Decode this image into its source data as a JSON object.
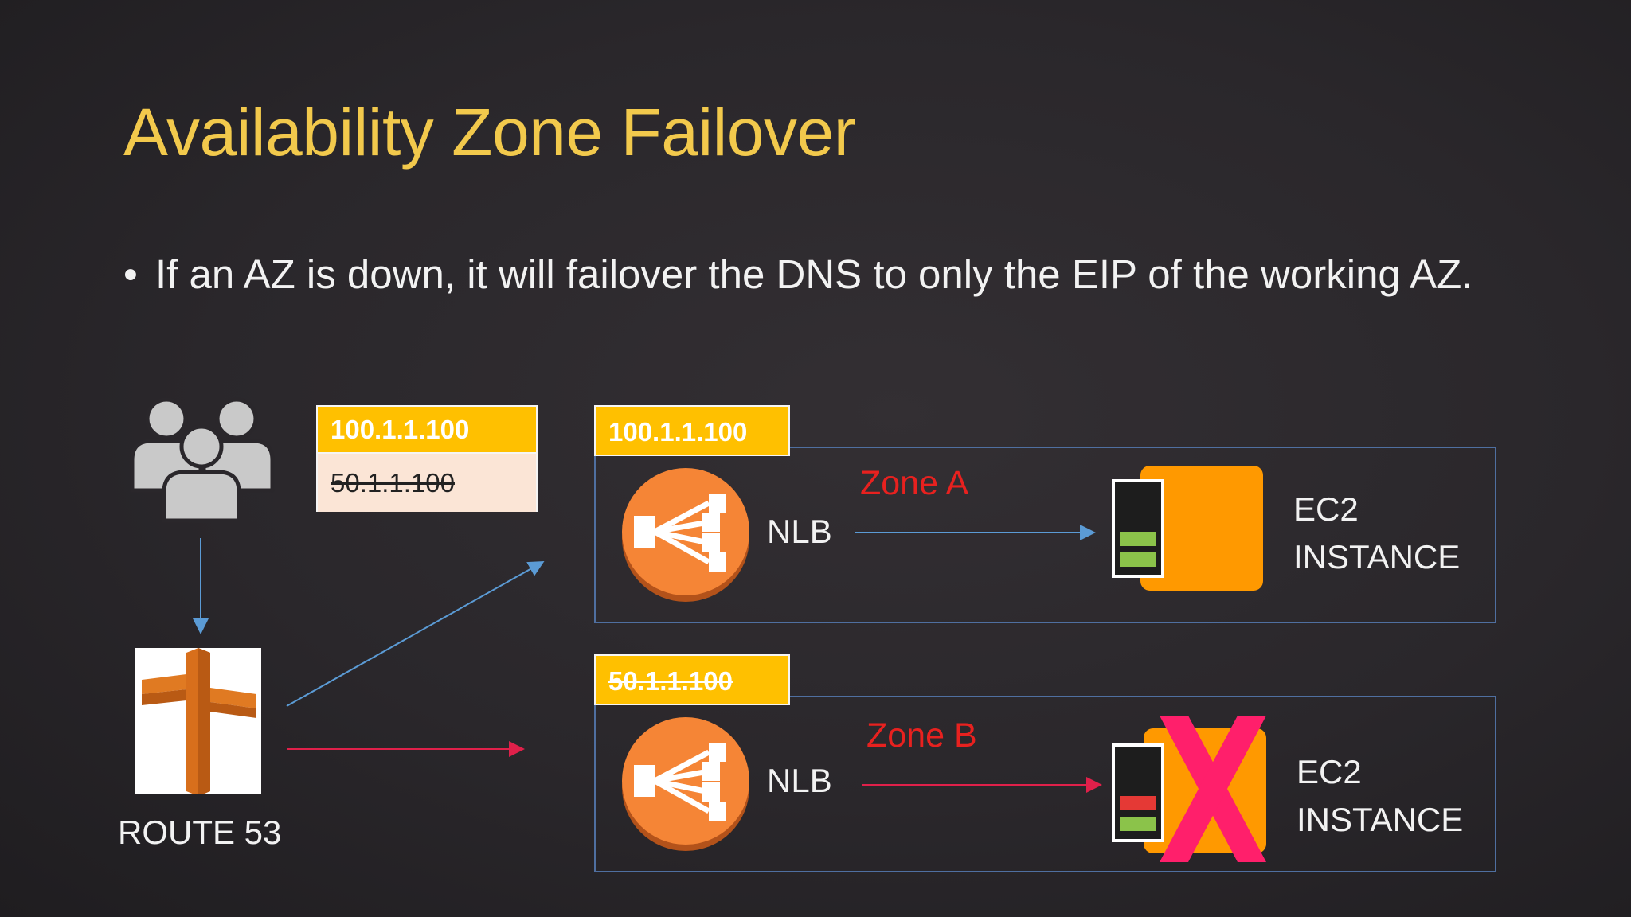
{
  "title": "Availability Zone Failover",
  "bullet": {
    "symbol": "•",
    "text": "If an AZ is down, it will failover the DNS to only the EIP of the working AZ."
  },
  "dns_record": {
    "ip_active": "100.1.1.100",
    "ip_removed": "50.1.1.100"
  },
  "route53": {
    "label": "ROUTE 53",
    "icon": "route53-icon"
  },
  "users": {
    "icon": "users-icon"
  },
  "zone_a": {
    "eip": "100.1.1.100",
    "zone_label": "Zone A",
    "nlb_label": "NLB",
    "ec2_label_line1": "EC2",
    "ec2_label_line2": "INSTANCE",
    "health": "healthy"
  },
  "zone_b": {
    "eip": "50.1.1.100",
    "zone_label": "Zone B",
    "nlb_label": "NLB",
    "ec2_label_line1": "EC2",
    "ec2_label_line2": "INSTANCE",
    "health": "failed"
  },
  "colors": {
    "title": "#f2c94c",
    "highlight": "#ffc000",
    "zone_text": "#e8211f",
    "arrow_blue": "#5b9bd5",
    "arrow_red": "#e0204a",
    "nlb_orange": "#f58536",
    "ec2_orange": "#ff9900",
    "x_mark": "#ff1f6b"
  }
}
